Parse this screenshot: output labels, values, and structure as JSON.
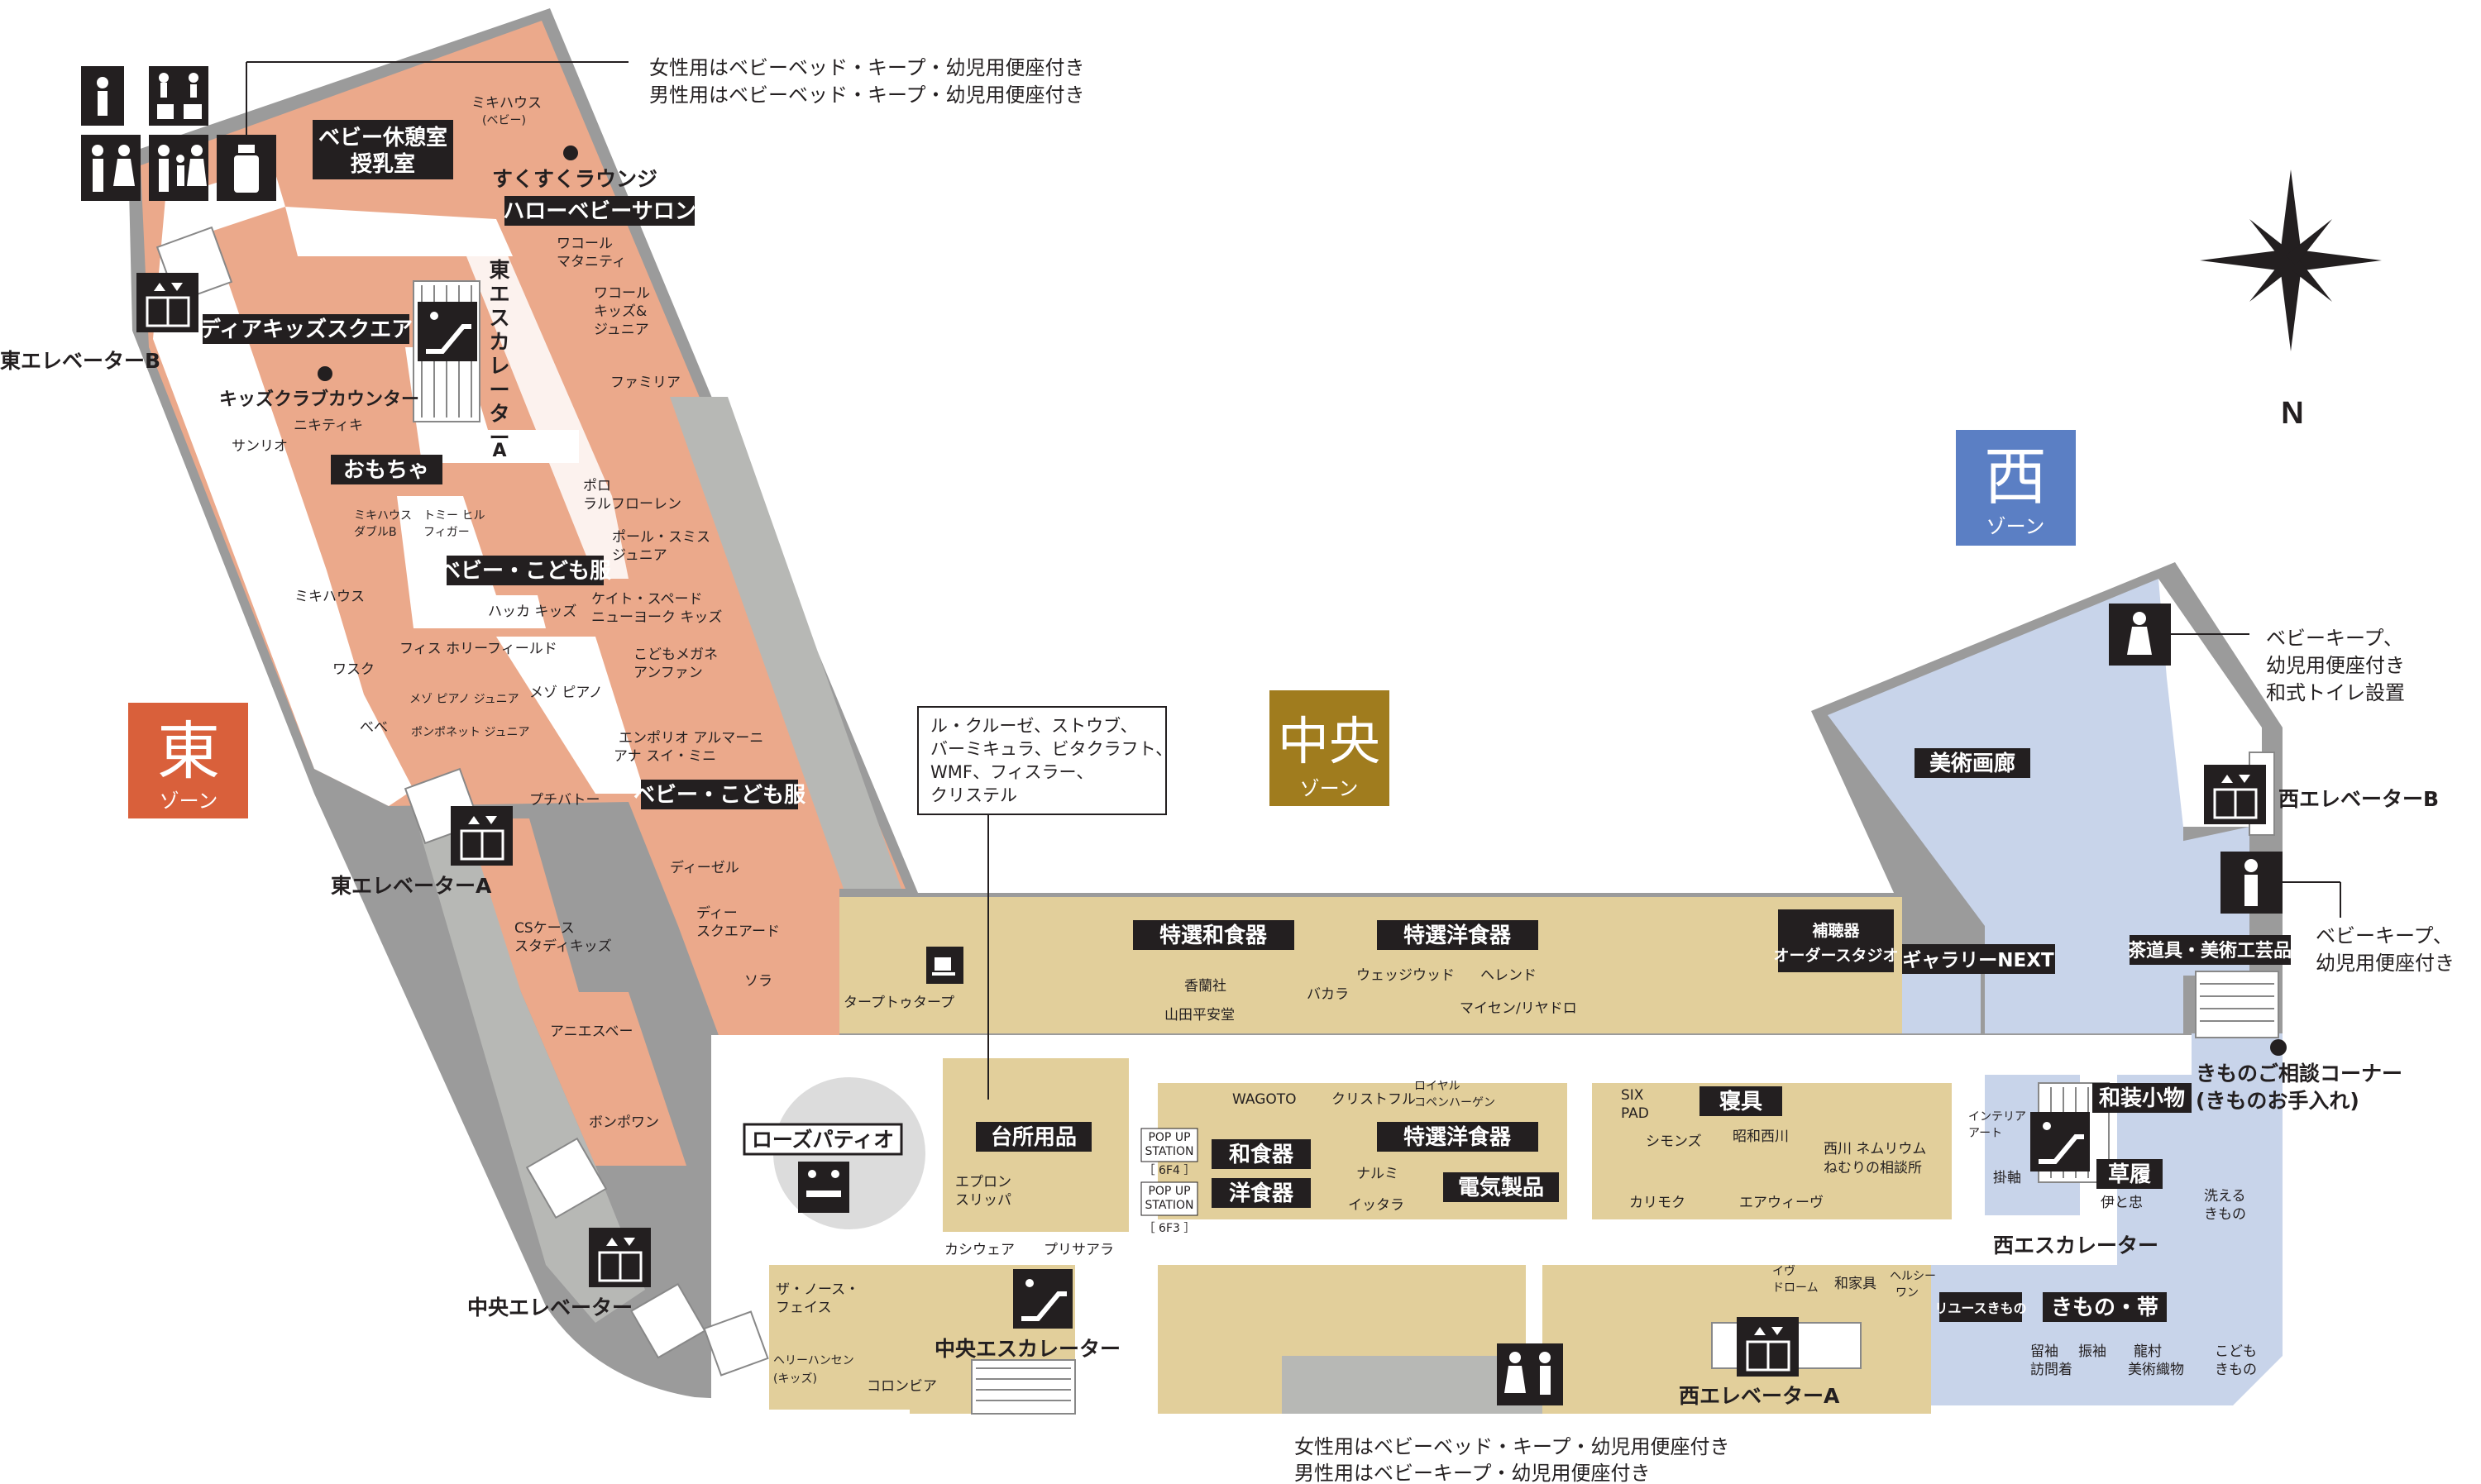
{
  "compass": {
    "north": "N"
  },
  "zones": {
    "east": {
      "name": "東",
      "sub": "ゾーン",
      "color": "#d9603b"
    },
    "center": {
      "name": "中央",
      "sub": "ゾーン",
      "color": "#a07c1e"
    },
    "west": {
      "name": "西",
      "sub": "ゾーン",
      "color": "#5b7fc4"
    }
  },
  "colors": {
    "east_floor": "#eba98b",
    "center_floor": "#e2cf9b",
    "west_floor": "#c8d4ea",
    "wall": "#9b9b9b",
    "corridor": "#b7b8b5"
  },
  "categories": {
    "baby_rest": [
      "ベビー休憩室",
      "授乳室"
    ],
    "hello_baby": "ハローベビーサロン",
    "dear_kids": "ディアキッズスクエア",
    "toys": "おもちゃ",
    "baby_kids_1": "ベビー・こども服",
    "baby_kids_2": "ベビー・こども服",
    "special_japanese": "特選和食器",
    "special_western_1": "特選洋食器",
    "special_western_2": "特選洋食器",
    "hearing": [
      "補聴器",
      "オーダースタジオ"
    ],
    "gallery_next": "ギャラリーNEXT",
    "art_gallery": "美術画廊",
    "tea_art": "茶道具・美術工芸品",
    "kitchen": "台所用品",
    "japanese_ware": "和食器",
    "western_ware": "洋食器",
    "electronics": "電気製品",
    "bedding": "寝具",
    "wasou": "和装小物",
    "zori": "草履",
    "reuse_kimono": "リユースきもの",
    "kimono_obi": "きもの・帯",
    "rose_patio": "ローズパティオ"
  },
  "places": {
    "sukusuku": "すくすくラウンジ",
    "kids_club": "キッズクラブカウンター",
    "kimono_consult": [
      "きものご相談コーナー",
      "(きものお手入れ)"
    ]
  },
  "elevators": {
    "east_b": "東エレベーターB",
    "east_a": "東エレベーターA",
    "center": "中央エレベーター",
    "west_b": "西エレベーターB",
    "west_a": "西エレベーターA"
  },
  "escalators": {
    "east_a": [
      "東",
      "エ",
      "ス",
      "カ",
      "レ",
      "ー",
      "タ",
      "ー",
      "A"
    ],
    "center": "中央エスカレーター",
    "west": "西エスカレーター"
  },
  "notes": {
    "top_restroom": [
      "女性用はベビーベッド・キープ・幼児用便座付き",
      "男性用はベビーベッド・キープ・幼児用便座付き"
    ],
    "bottom_restroom": [
      "女性用はベビーベッド・キープ・幼児用便座付き",
      "男性用はベビーキープ・幼児用便座付き"
    ],
    "west_female": [
      "ベビーキープ、",
      "幼児用便座付き",
      "和式トイレ設置"
    ],
    "west_male": [
      "ベビーキープ、",
      "幼児用便座付き"
    ],
    "popup_callout": [
      "ル・クルーゼ、ストウブ、",
      "バーミキュラ、ビタクラフト、",
      "WMF、フィスラー、",
      "クリステル"
    ]
  },
  "popup": {
    "label": [
      "POP UP",
      "STATION"
    ],
    "f4": "［ 6F4 ］",
    "f3": "［ 6F3 ］"
  },
  "brands": {
    "mikihouse_baby": [
      "ミキハウス",
      "(ベビー)"
    ],
    "wacoal_maternity": [
      "ワコール",
      "マタニティ"
    ],
    "wacoal_kids": [
      "ワコール",
      "キッズ&",
      "ジュニア"
    ],
    "familiar": "ファミリア",
    "nikitiki": "ニキティキ",
    "sanrio": "サンリオ",
    "mikihouse_double": [
      "ミキハウス",
      "ダブルB"
    ],
    "tommy": [
      "トミー ヒル",
      "フィガー"
    ],
    "polo": [
      "ポロ",
      "ラルフローレン"
    ],
    "paul_smith": [
      "ポール・スミス",
      "ジュニア"
    ],
    "mikihouse": "ミキハウス",
    "hakka": "ハッカ キッズ",
    "kate": [
      "ケイト・スペード",
      "ニューヨーク キッズ"
    ],
    "fith": "フィス ホリーフィールド",
    "kodomo_megane": [
      "こどもメガネ",
      "アンファン"
    ],
    "wask": "ワスク",
    "mezzo_jr": "メゾ ピアノ ジュニア",
    "mezzo": "メゾ ピアノ",
    "bebe": "べべ",
    "pompon": "ポンポネット ジュニア",
    "emporio": [
      "エンポリオ アルマーニ",
      "アナ スイ・ミニ"
    ],
    "petit": "プチバトー",
    "diesel": "ディーゼル",
    "cs": [
      "CSケース",
      "スタディキッズ"
    ],
    "d_square": [
      "ディー",
      "スクエアード"
    ],
    "sora": "ソラ",
    "agnes": "アニエスベー",
    "bonpoint": "ボンポワン",
    "tarp": "タープトゥタープ",
    "koransha": "香蘭社",
    "yamada": "山田平安堂",
    "baccarat": "バカラ",
    "wedgwood": "ウェッジウッド",
    "herend": "ヘレンド",
    "meissen": "マイセン/リヤドロ",
    "wagoto": "WAGOTO",
    "christofle": "クリストフル",
    "royal": [
      "ロイヤル",
      "コペンハーゲン"
    ],
    "narumi": "ナルミ",
    "iittala": "イッタラ",
    "apron": [
      "エプロン",
      "スリッパ"
    ],
    "six_pad": [
      "SIX",
      "PAD"
    ],
    "simmons": "シモンズ",
    "showa": "昭和西川",
    "nishikawa": [
      "西川 ネムリウム",
      "ねむりの相談所"
    ],
    "karimoku": "カリモク",
    "airweave": "エアウィーヴ",
    "interior": [
      "インテリア",
      "アート"
    ],
    "kakejiku": "掛軸",
    "iseji": "伊と忠",
    "wash_kimono": [
      "洗える",
      "きもの"
    ],
    "kashiwea": "カシウェア",
    "prisaara": "プリサアラ",
    "north_face": [
      "ザ・ノース・",
      "フェイス"
    ],
    "helly": [
      "ヘリーハンセン",
      "(キッズ)"
    ],
    "colombia": "コロンビア",
    "ivy": [
      "イヴ",
      "ドローム"
    ],
    "wakagu": "和家具",
    "healthy": [
      "ヘルシー",
      "ワン"
    ],
    "tomesode": [
      "留袖",
      "訪問着"
    ],
    "furisode": "振袖",
    "ryumura": [
      "龍村",
      "美術織物"
    ],
    "kodomo_kimono": [
      "こども",
      "きもの"
    ]
  }
}
